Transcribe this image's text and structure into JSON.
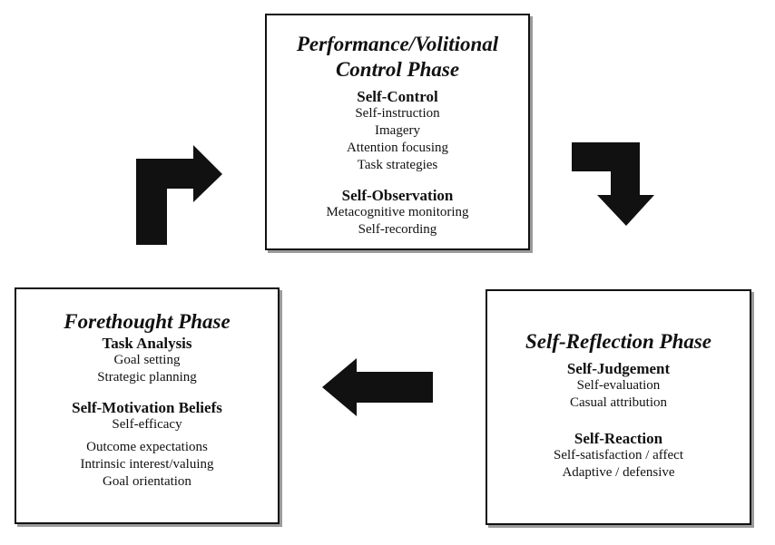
{
  "phases": {
    "performance": {
      "title_line1": "Performance/Volitional",
      "title_line2": "Control Phase",
      "sections": [
        {
          "title": "Self-Control",
          "items": [
            "Self-instruction",
            "Imagery",
            "Attention focusing",
            "Task strategies"
          ]
        },
        {
          "title": "Self-Observation",
          "items": [
            "Metacognitive monitoring",
            "Self-recording"
          ]
        }
      ]
    },
    "forethought": {
      "title": "Forethought Phase",
      "sections": [
        {
          "title": "Task Analysis",
          "items": [
            "Goal setting",
            "Strategic planning"
          ]
        },
        {
          "title": "Self-Motivation Beliefs",
          "items": [
            "Self-efficacy",
            "Outcome expectations",
            "Intrinsic interest/valuing",
            "Goal orientation"
          ]
        }
      ]
    },
    "reflection": {
      "title": "Self-Reflection Phase",
      "sections": [
        {
          "title": "Self-Judgement",
          "items": [
            "Self-evaluation",
            "Casual attribution"
          ]
        },
        {
          "title": "Self-Reaction",
          "items": [
            "Self-satisfaction / affect",
            "Adaptive / defensive"
          ]
        }
      ]
    }
  },
  "colors": {
    "ink": "#111111",
    "shadow": "#9a9a9a"
  }
}
